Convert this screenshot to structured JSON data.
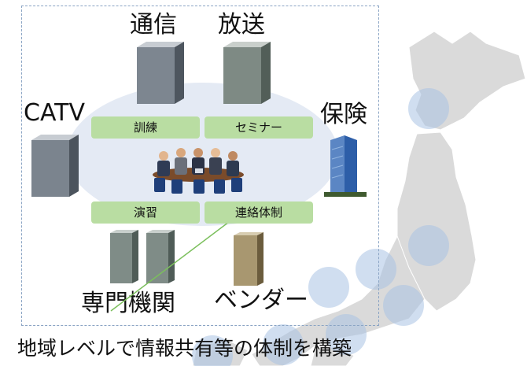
{
  "nodes": {
    "tsushin": "通信",
    "hoso": "放送",
    "catv": "CATV",
    "hoken": "保険",
    "senmon": "専門機関",
    "vendor": "ベンダー"
  },
  "activities": {
    "kunren": "訓練",
    "seminar": "セミナー",
    "enshu": "演習",
    "renraku": "連絡体制"
  },
  "caption": "地域レベルで情報共有等の体制を構築",
  "colors": {
    "chip": "#b9dda2",
    "ellipse": "#e4eaf4",
    "frame": "#8aa4c4",
    "map": "#dadada",
    "region_circle": "#a9c3e3"
  }
}
